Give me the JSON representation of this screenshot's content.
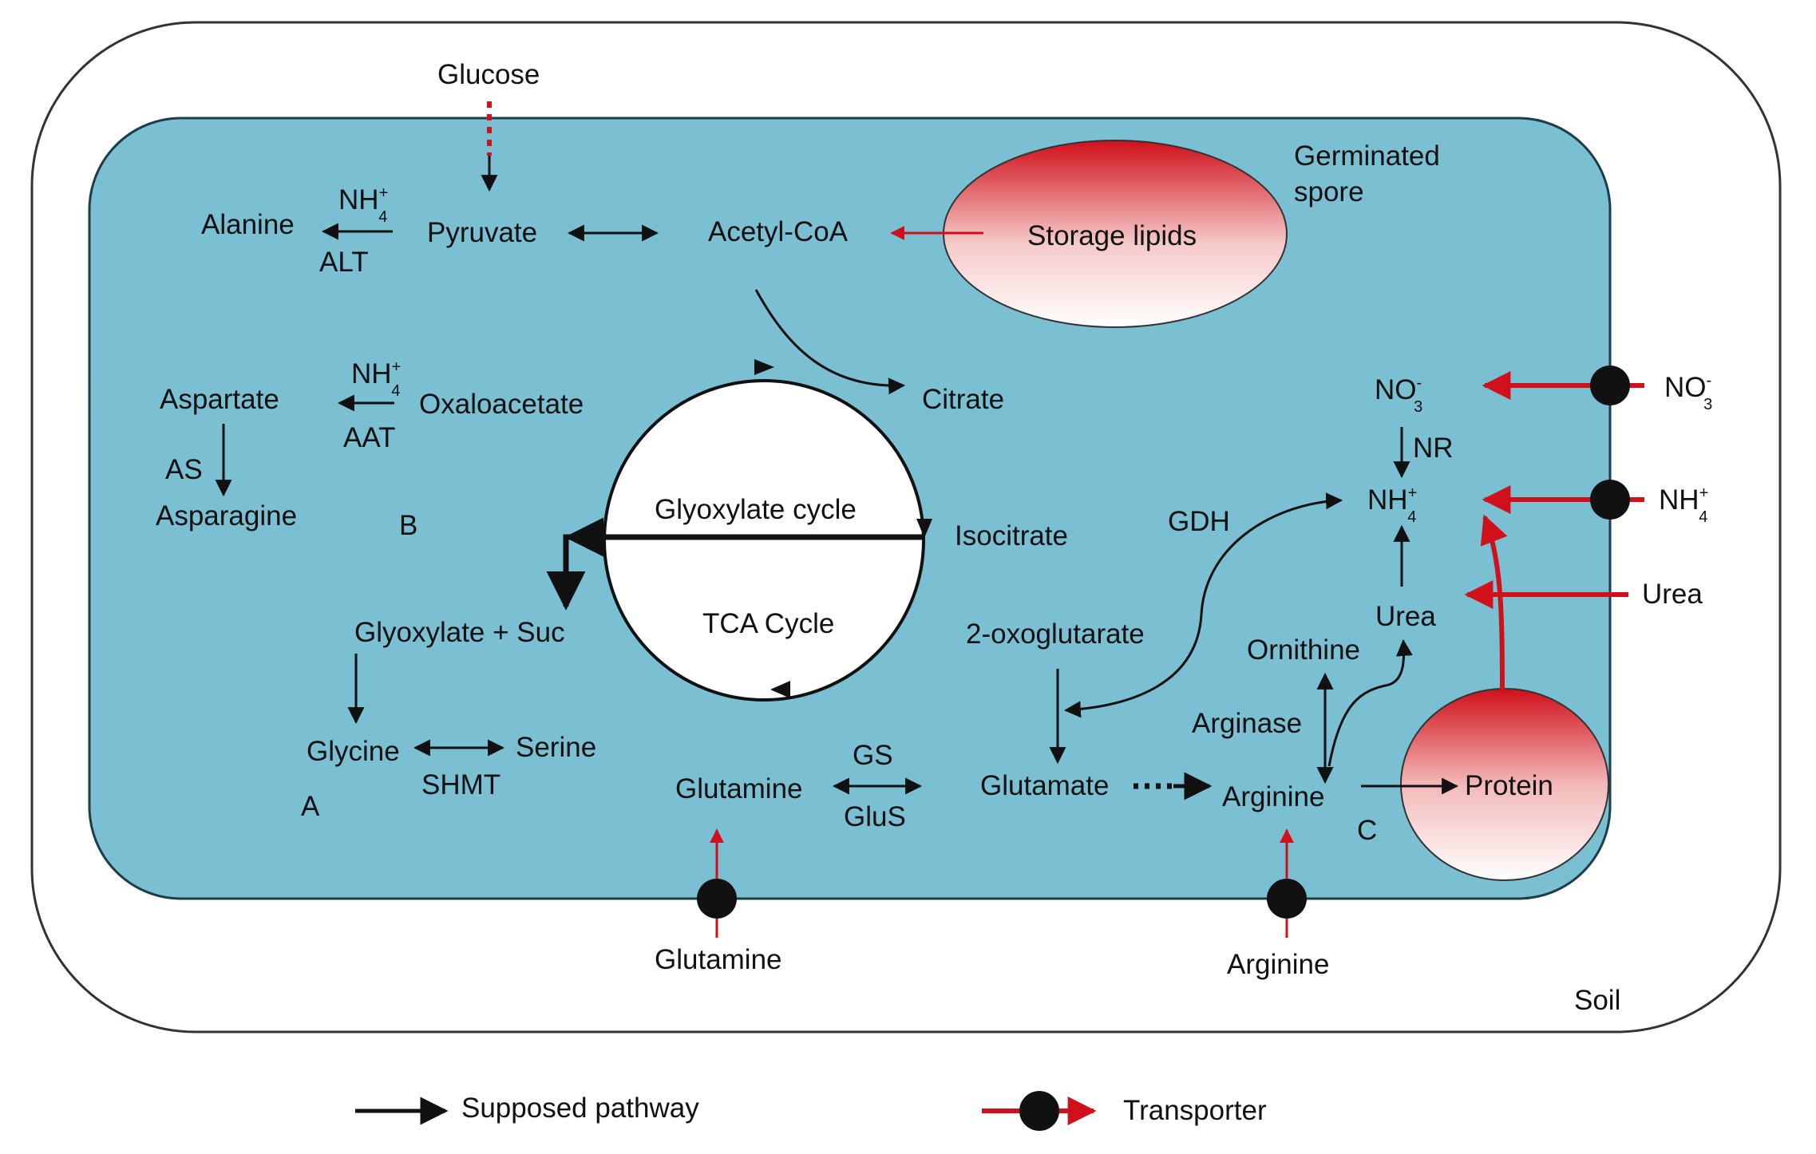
{
  "labels": {
    "glucose": "Glucose",
    "alanine": "Alanine",
    "nh4": "NH",
    "nh4_sup": "+",
    "nh4_sub": "4",
    "alt": "ALT",
    "pyruvate": "Pyruvate",
    "acetyl_coa": "Acetyl-CoA",
    "storage_lipids": "Storage lipids",
    "germinated_spore_1": "Germinated",
    "germinated_spore_2": "spore",
    "aspartate": "Aspartate",
    "oxaloacetate": "Oxaloacetate",
    "aat": "AAT",
    "as": "AS",
    "asparagine": "Asparagine",
    "b": "B",
    "citrate": "Citrate",
    "glyoxylate_cycle": "Glyoxylate cycle",
    "tca_cycle": "TCA Cycle",
    "isocitrate": "Isocitrate",
    "glyoxylate_suc": "Glyoxylate + Suc",
    "glycine": "Glycine",
    "serine": "Serine",
    "shmt": "SHMT",
    "a": "A",
    "glutamine": "Glutamine",
    "gs": "GS",
    "glus": "GluS",
    "glutamate": "Glutamate",
    "two_oxoglutarate": "2-oxoglutarate",
    "gdh": "GDH",
    "no3": "NO",
    "no3_sup": "-",
    "no3_sub": "3",
    "nr": "NR",
    "urea": "Urea",
    "ornithine": "Ornithine",
    "arginase": "Arginase",
    "arginine": "Arginine",
    "c": "C",
    "protein": "Protein",
    "ext_no3": "NO",
    "ext_nh4": "NH",
    "ext_urea": "Urea",
    "ext_glutamine": "Glutamine",
    "ext_arginine": "Arginine",
    "soil": "Soil"
  },
  "legend": {
    "supposed_pathway": "Supposed pathway",
    "transporter": "Transporter"
  },
  "colors": {
    "cell_fill": "#7bbfd3",
    "transport_red": "#d0101a",
    "pathway_black": "#111111",
    "organelle_gradient_top": "#d0101a",
    "organelle_gradient_bottom": "#ffffff"
  }
}
